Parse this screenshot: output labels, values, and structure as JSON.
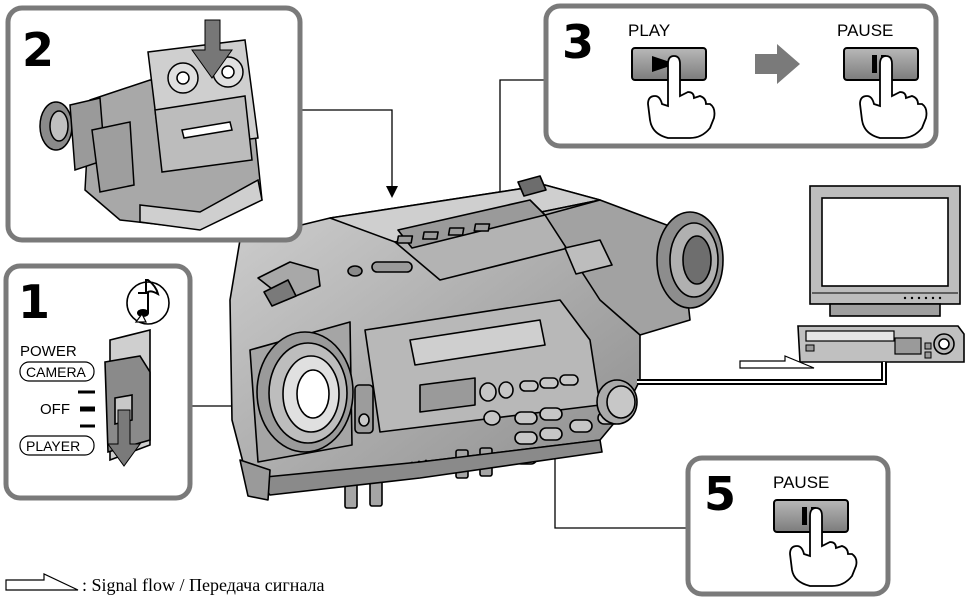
{
  "steps": {
    "step1": {
      "number": "1",
      "note_icon": "music-note-icon",
      "power_label": "POWER",
      "camera_label": "CAMERA",
      "off_label": "OFF",
      "player_label": "PLAYER"
    },
    "step2": {
      "number": "2"
    },
    "step3": {
      "number": "3",
      "play_label": "PLAY",
      "pause_label": "PAUSE"
    },
    "step5": {
      "number": "5",
      "pause_label": "PAUSE"
    }
  },
  "legend": {
    "text": ": Signal flow / Передача сигнала"
  },
  "colors": {
    "frame": "#777777",
    "line": "#000000",
    "fill_dark": "#8a8a8a",
    "fill_light": "#c8c8c8",
    "background": "#ffffff"
  }
}
